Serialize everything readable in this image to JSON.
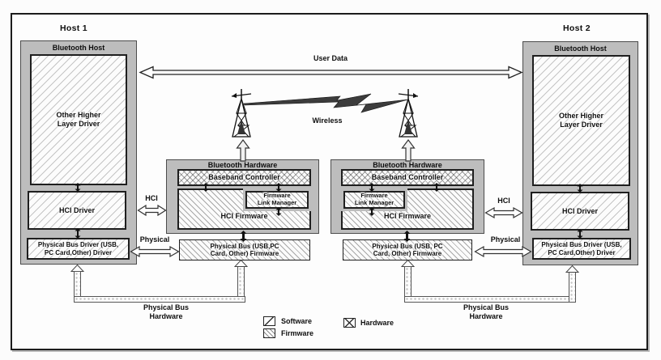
{
  "labels": {
    "host1_title": "Host 1",
    "host2_title": "Host 2",
    "bluetooth_host": "Bluetooth Host",
    "other_higher_layer_driver": "Other Higher\nLayer Driver",
    "hci_driver": "HCI Driver",
    "physical_bus_driver": "Physical Bus Driver (USB,\nPC Card,Other) Driver",
    "user_data": "User Data",
    "wireless": "Wireless",
    "bluetooth_hardware": "Bluetooth Hardware",
    "baseband_controller": "Baseband Controller",
    "firmware_link_manager": "Firmware\nLink Manager",
    "hci_firmware": "HCI Firmware",
    "physical_bus_firmware_left": "Physical Bus (USB,PC\nCard, Other) Firmware",
    "physical_bus_firmware_right": "Physical Bus (USB, PC\nCard, Other) Firmware",
    "hci": "HCI",
    "physical": "Physical",
    "physical_bus_hardware": "Physical Bus\nHardware"
  },
  "legend": {
    "software": "Software",
    "firmware": "Firmware",
    "hardware": "Hardware"
  },
  "colors": {
    "container_gray": "#bdbdbd",
    "frame_border": "#1c1c1c",
    "bolt": "#3c3c3c"
  }
}
